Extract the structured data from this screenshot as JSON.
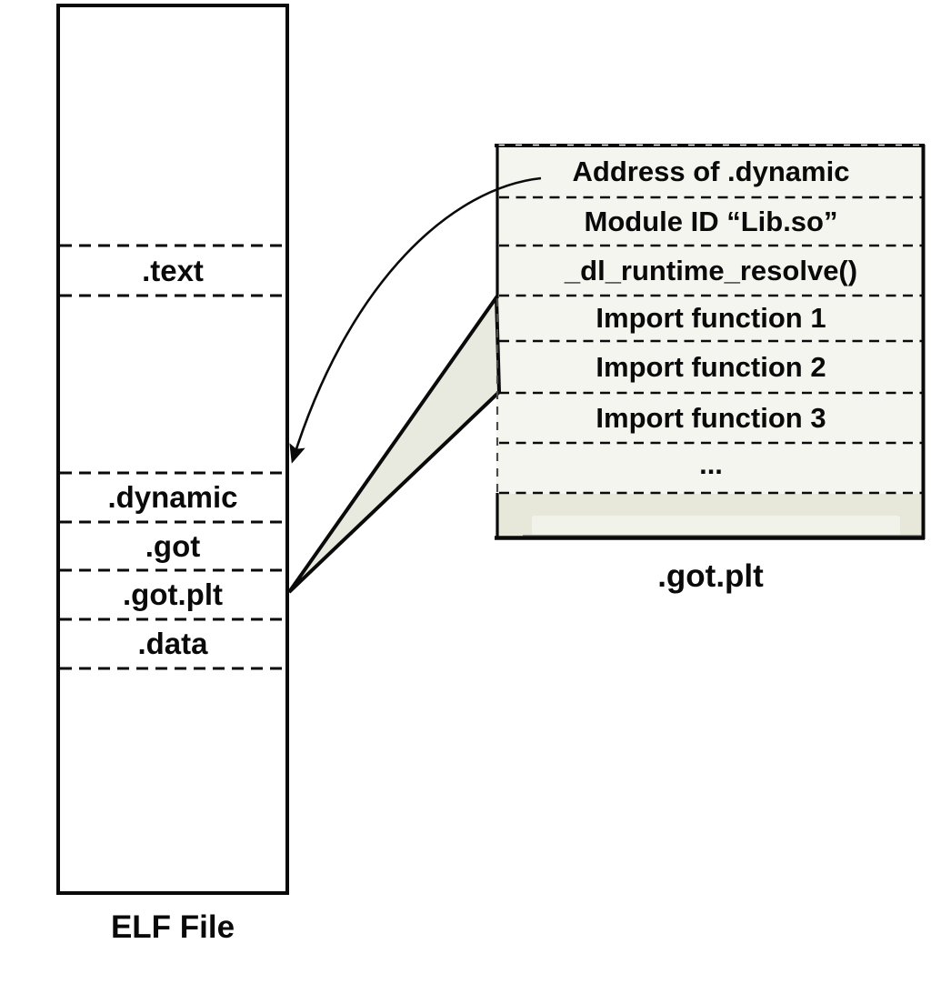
{
  "diagram": {
    "elf_file": {
      "caption": "ELF File",
      "sections": [
        ".text",
        ".dynamic",
        ".got",
        ".got.plt",
        ".data"
      ]
    },
    "got_plt_detail": {
      "caption": ".got.plt",
      "rows": [
        "Address of .dynamic",
        "Module ID “Lib.so”",
        "_dl_runtime_resolve()",
        "Import function 1",
        "Import function 2",
        "Import function 3",
        "..."
      ]
    },
    "links": {
      "curve_arrow_meaning": "Address of .dynamic points to .dynamic section",
      "beam_meaning": ".got.plt section expanded into detail table"
    },
    "colors": {
      "line": "#0a0a0a",
      "detail_box_fill": "#f4f5ef",
      "beam_fill": "#e9eadf",
      "bottom_shade": "#e7e8da",
      "bottom_highlight": "#f1f2ea"
    }
  }
}
